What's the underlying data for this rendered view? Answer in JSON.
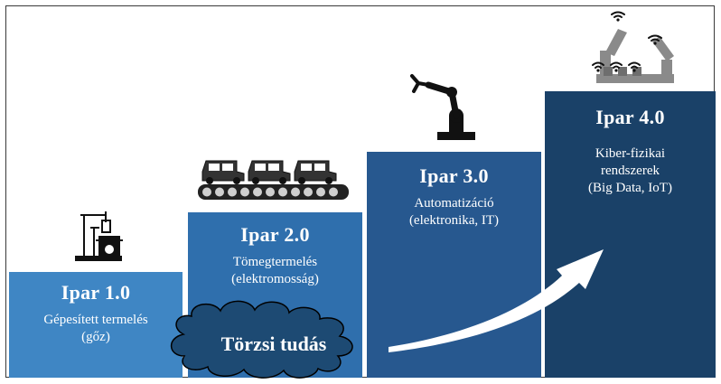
{
  "steps": [
    {
      "title": "Ipar 1.0",
      "line1": "Gépesített termelés",
      "line2": "(gőz)"
    },
    {
      "title": "Ipar 2.0",
      "line1": "Tömegtermelés",
      "line2": "(elektromosság)"
    },
    {
      "title": "Ipar 3.0",
      "line1": "Automatizáció",
      "line2": "(elektronika, IT)"
    },
    {
      "title": "Ipar 4.0",
      "line1": "Kiber-fizikai",
      "line2": "rendszerek",
      "line3": "(Big Data, IoT)"
    }
  ],
  "cloud": {
    "label": "Törzsi tudás"
  },
  "icons": [
    "steam-machine-icon",
    "car-assembly-line-icon",
    "robot-arm-icon",
    "smart-factory-wifi-icon"
  ],
  "colors": {
    "step1": "#3f86c4",
    "step2": "#2f6fad",
    "step3": "#27588f",
    "step4": "#1a4168",
    "cloud": "#1d4a73"
  }
}
